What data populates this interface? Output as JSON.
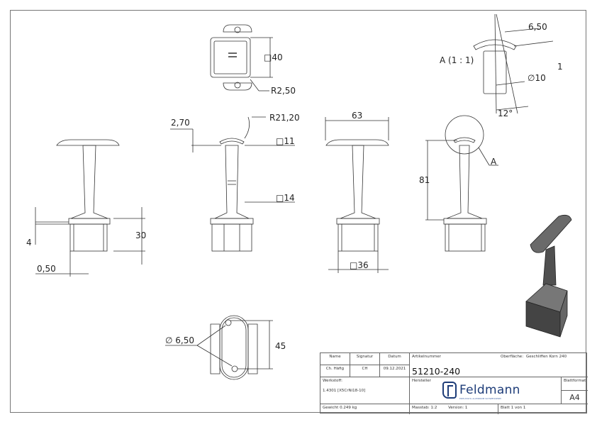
{
  "drawing": {
    "detail_label": "A (1 : 1)",
    "detail_callout": "A",
    "dimensions": {
      "top_square": "□40",
      "top_radius": "R2,50",
      "detail_width": "6,50",
      "detail_thickness": "1",
      "detail_diameter": "∅10",
      "detail_angle": "12°",
      "left_height_4": "4",
      "left_height_30": "30",
      "left_wall": "0,50",
      "side_offset": "2,70",
      "side_radius": "R21,20",
      "side_square_11": "□11",
      "side_square_14": "□14",
      "front_width": "63",
      "front_square_36": "□36",
      "right_height": "81",
      "bottom_hole": "∅ 6,50",
      "bottom_length": "45"
    }
  },
  "title_block": {
    "name_label": "Name",
    "signature_label": "Signatur",
    "date_label": "Datum",
    "name_value": "Ch. Häfig",
    "signature_value": "CH",
    "date_value": "09.12.2021",
    "article_label": "Artikelnummer",
    "article_value": "51210-240",
    "surface_label": "Oberfläche:",
    "surface_value": "Geschliffen Korn 240",
    "material_label": "Werkstoff:",
    "material_value": "1.4301 [X5CrNi18-10]",
    "manufacturer_label": "Hersteller",
    "logo_text": "Feldmann",
    "logo_subtitle": "EDELSTAHL ALUMINIUM SCHWEISSEREI",
    "sheet_format_label": "Blattformat",
    "sheet_format_value": "A4",
    "weight": "Gewicht 0.249 kg",
    "scale": "Masstab: 1:2",
    "version": "Version: 1",
    "sheet": "Blatt 1 von 1",
    "logo_color": "#1d3c78"
  }
}
